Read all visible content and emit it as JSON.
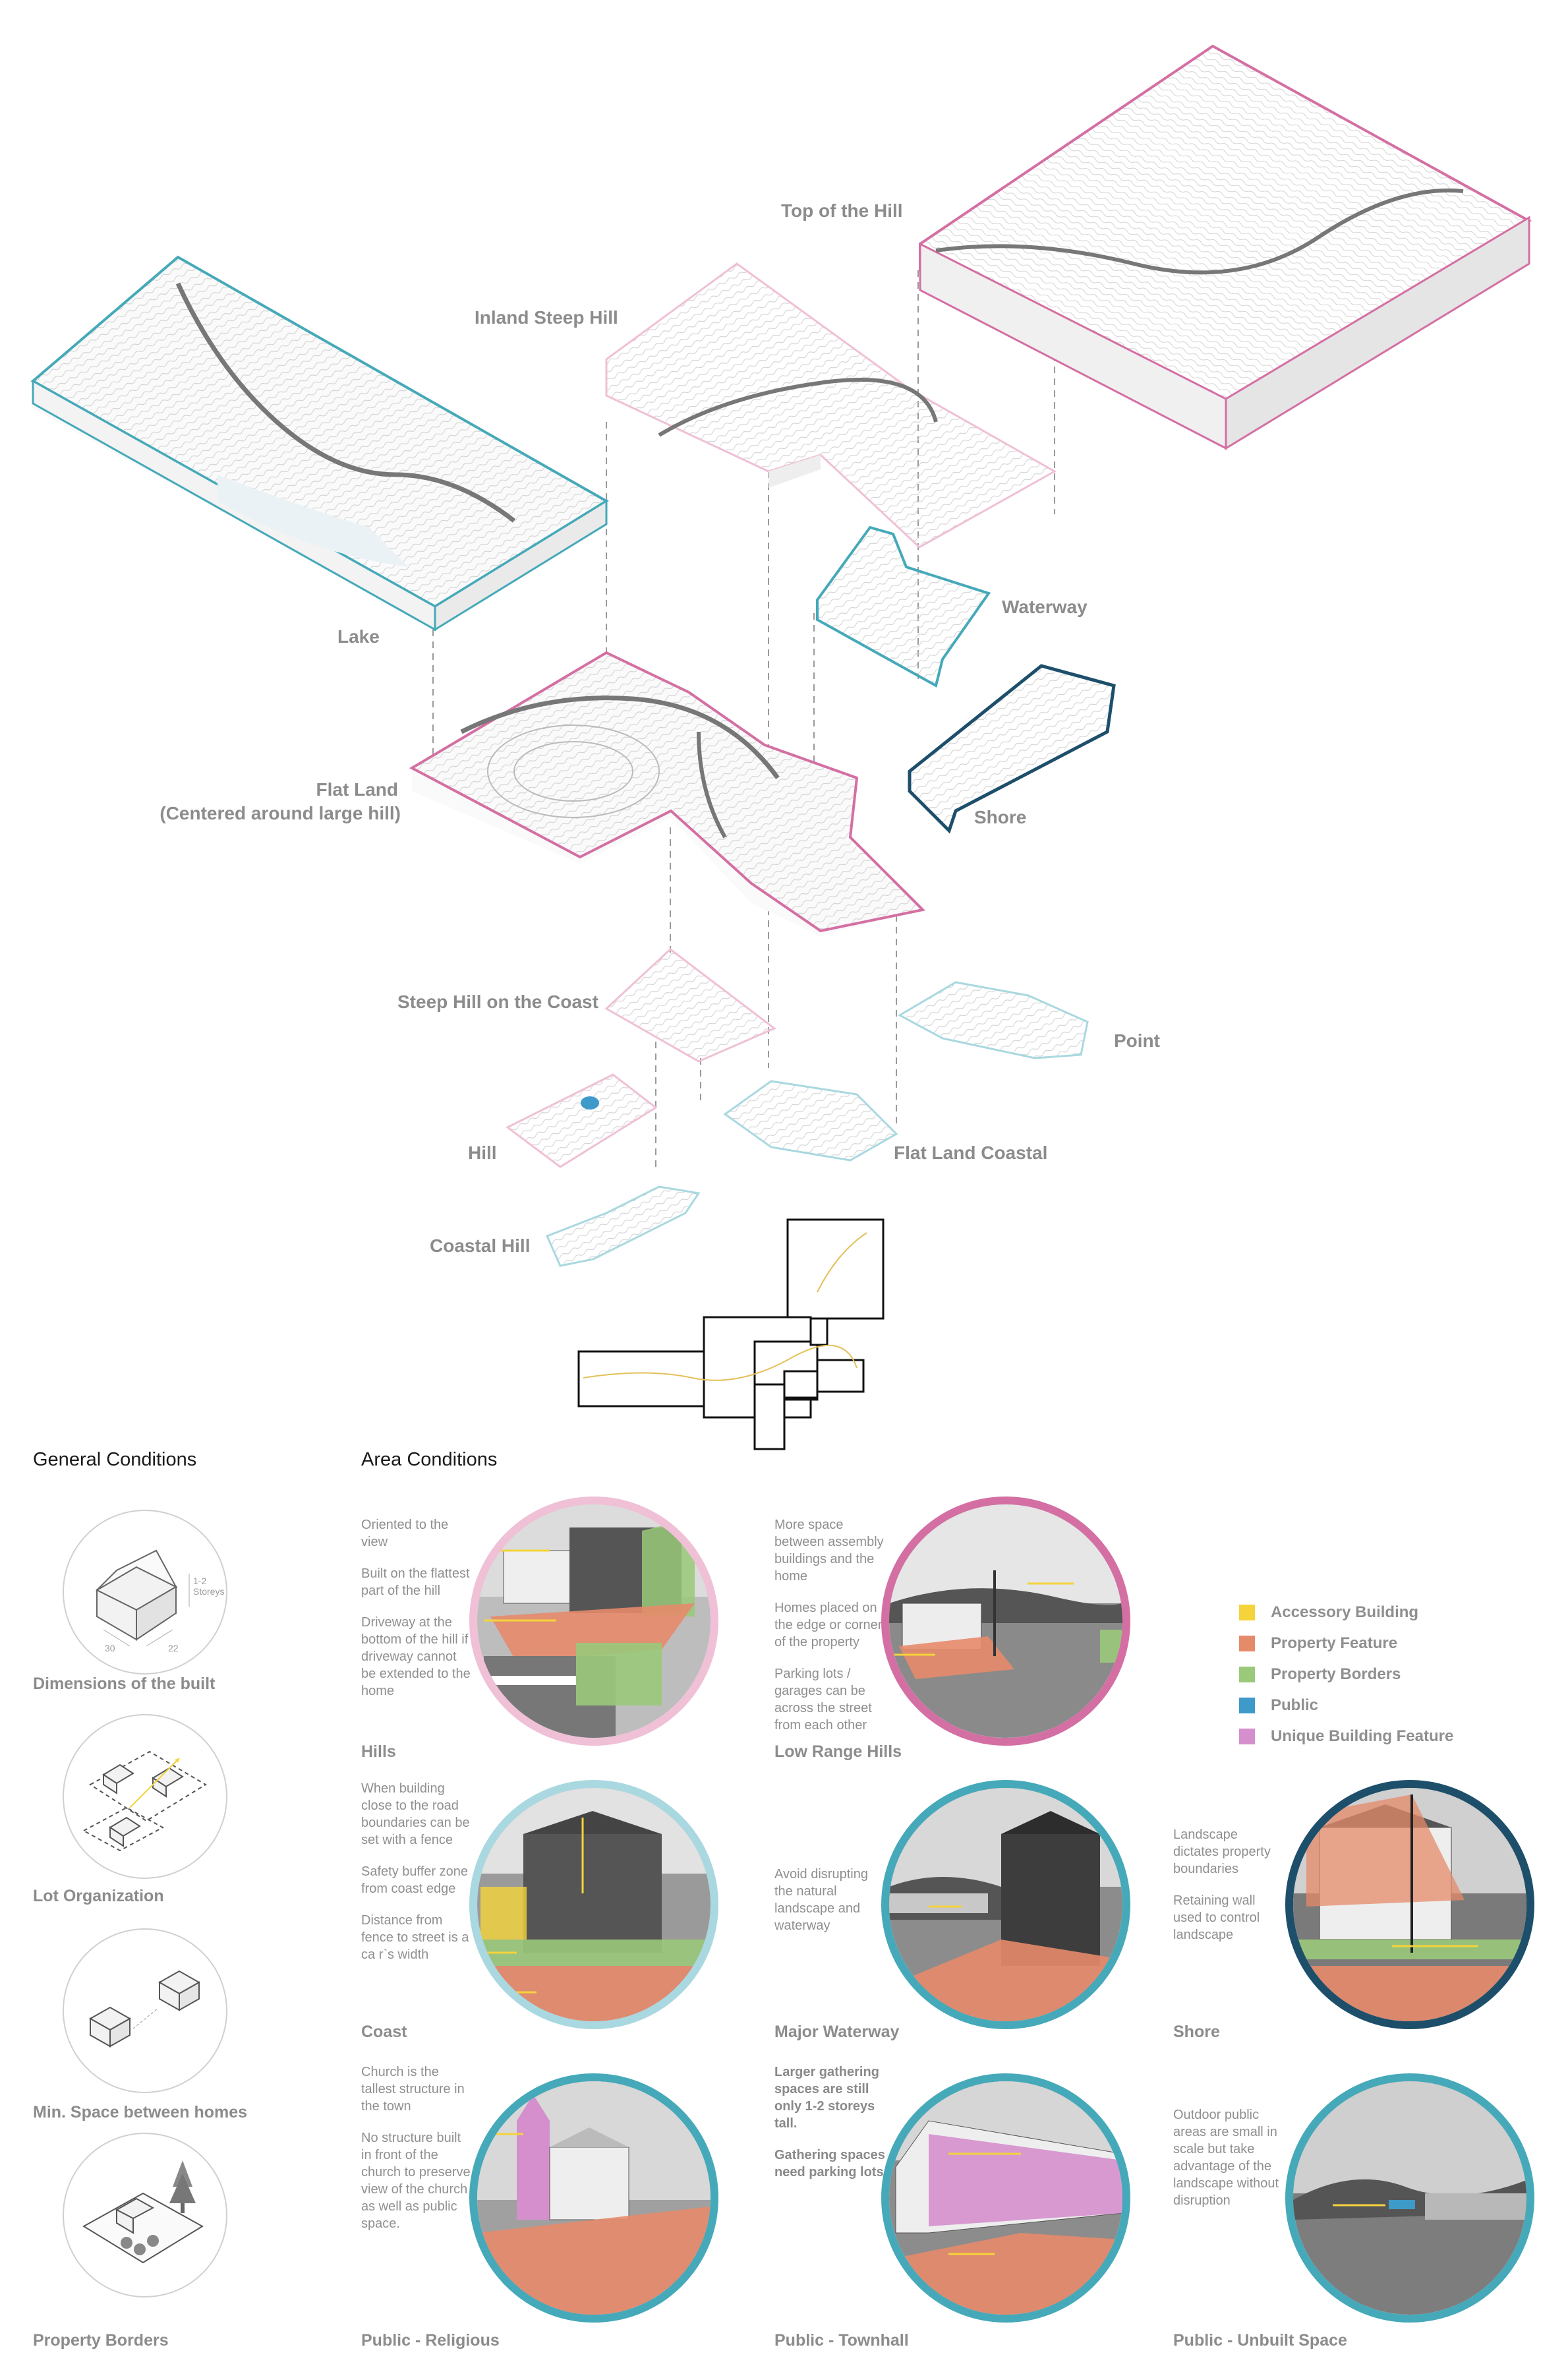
{
  "terrain_labels": {
    "top_of_hill": "Top of the Hill",
    "inland_steep_hill": "Inland Steep Hill",
    "lake": "Lake",
    "waterway": "Waterway",
    "shore": "Shore",
    "flat_land": "Flat Land",
    "flat_land_sub": "(Centered around large hill)",
    "steep_hill_coast": "Steep Hill on the Coast",
    "point": "Point",
    "hill": "Hill",
    "flat_land_coastal": "Flat Land Coastal",
    "coastal_hill": "Coastal Hill"
  },
  "colors": {
    "pink": "#d46fa3",
    "pink_light": "#efc0d6",
    "teal": "#45a9b9",
    "teal_light": "#a9d8e0",
    "navy": "#1d4f6b",
    "accessory": "#f5d33b",
    "property_feature": "#e58a6a",
    "property_borders": "#9ac97a",
    "public": "#3e9ac9",
    "unique": "#d48fcc"
  },
  "general_conditions": {
    "heading": "General Conditions",
    "items": [
      {
        "title": "Dimensions of the built",
        "icon": "house-dimensions-icon",
        "storeys": "1-2 Storeys",
        "dim_a": "30",
        "dim_b": "22"
      },
      {
        "title": "Lot Organization",
        "icon": "lot-organization-icon"
      },
      {
        "title": "Min. Space between homes",
        "icon": "spacing-icon"
      },
      {
        "title": "Property Borders",
        "icon": "property-borders-icon"
      }
    ]
  },
  "area_conditions": {
    "heading": "Area Conditions",
    "hills": {
      "title": "Hills",
      "notes": [
        "Oriented to the view",
        "Built on the flattest part of the hill",
        "Driveway at the bottom of the hill if driveway cannot be extended to the home"
      ]
    },
    "low_range_hills": {
      "title": "Low Range Hills",
      "notes": [
        "More space between assembly buildings and the home",
        "Homes placed on the edge or corner of the property",
        "Parking lots / garages can be across the street from each other"
      ]
    },
    "coast": {
      "title": "Coast",
      "notes": [
        "When building close to the road boundaries can be set with a fence",
        "Safety buffer zone from coast edge",
        "Distance from fence to street is a ca r`s width"
      ]
    },
    "major_waterway": {
      "title": "Major Waterway",
      "notes": [
        "Avoid disrupting the natural landscape and waterway"
      ]
    },
    "shore": {
      "title": "Shore",
      "notes": [
        "Landscape dictates property boundaries",
        "Retaining wall used to control landscape"
      ]
    },
    "religious": {
      "title": "Public - Religious",
      "notes": [
        "Church is the tallest structure in the town",
        "No structure built in front of the church to preserve view of the church as well as public space."
      ]
    },
    "townhall": {
      "title": "Public - Townhall",
      "notes": [
        "Larger gathering spaces are still only 1-2 storeys tall.",
        "Gathering spaces need parking lots"
      ]
    },
    "unbuilt": {
      "title": "Public - Unbuilt Space",
      "notes": [
        "Outdoor public areas are small in scale but take advantage of the landscape without disruption"
      ]
    }
  },
  "legend": [
    {
      "label": "Accessory Building",
      "color": "#f5d33b"
    },
    {
      "label": "Property Feature",
      "color": "#e58a6a"
    },
    {
      "label": "Property Borders",
      "color": "#9ac97a"
    },
    {
      "label": "Public",
      "color": "#3e9ac9"
    },
    {
      "label": "Unique Building Feature",
      "color": "#d48fcc"
    }
  ]
}
